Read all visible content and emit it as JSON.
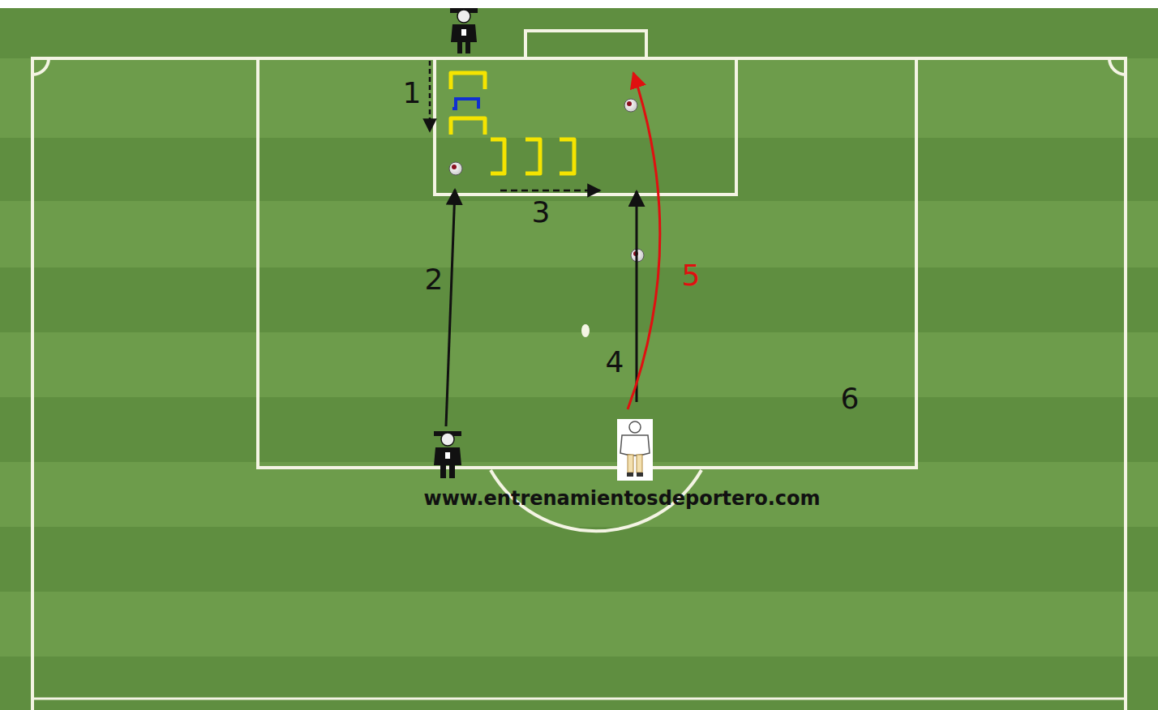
{
  "diagram": {
    "labels": [
      "1",
      "2",
      "3",
      "4",
      "5",
      "6",
      "www.entrenamientosdeportero.com"
    ]
  }
}
